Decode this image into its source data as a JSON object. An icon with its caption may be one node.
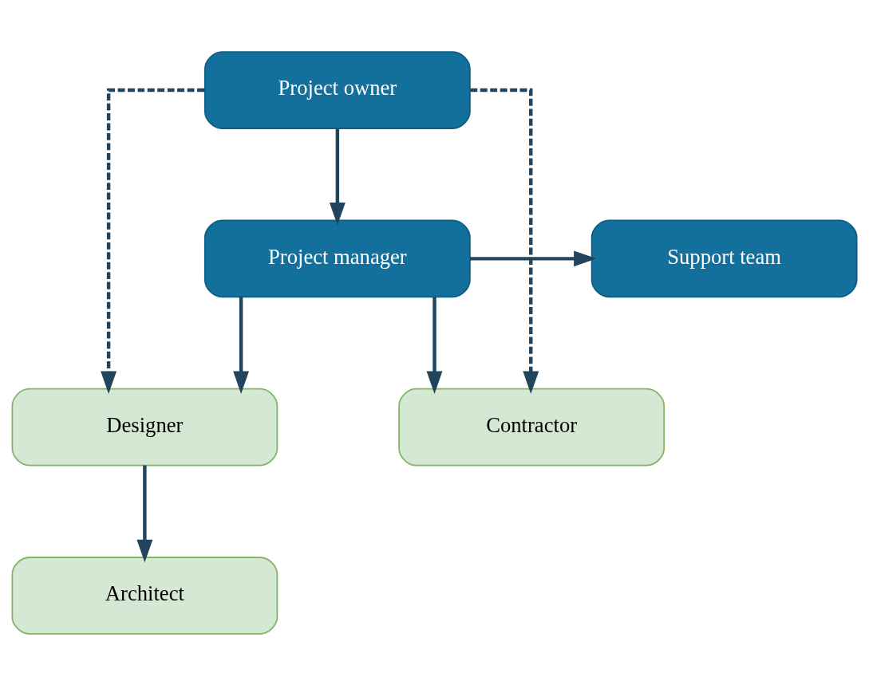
{
  "diagram": {
    "nodes": [
      {
        "text": [
          "Project owner"
        ]
      },
      {
        "text": [
          "Project manager"
        ]
      },
      {
        "text": [
          "Support team"
        ]
      },
      {
        "text": [
          "Designer"
        ]
      },
      {
        "text": [
          "Contractor"
        ]
      },
      {
        "text": [
          "Architect"
        ]
      }
    ],
    "edges": [
      {
        "from": 0,
        "to": 1,
        "arrow": "to"
      },
      {
        "from": 1,
        "to": 2,
        "arrow": "to"
      },
      {
        "from": 1,
        "to": 3,
        "arrow": "to"
      },
      {
        "from": 1,
        "to": 4,
        "arrow": "to"
      },
      {
        "from": 0,
        "to": 3,
        "arrow": "to",
        "style": "dashed"
      },
      {
        "from": 0,
        "to": 4,
        "arrow": "to",
        "style": "dashed"
      },
      {
        "from": 3,
        "to": 5,
        "arrow": "to"
      }
    ]
  }
}
